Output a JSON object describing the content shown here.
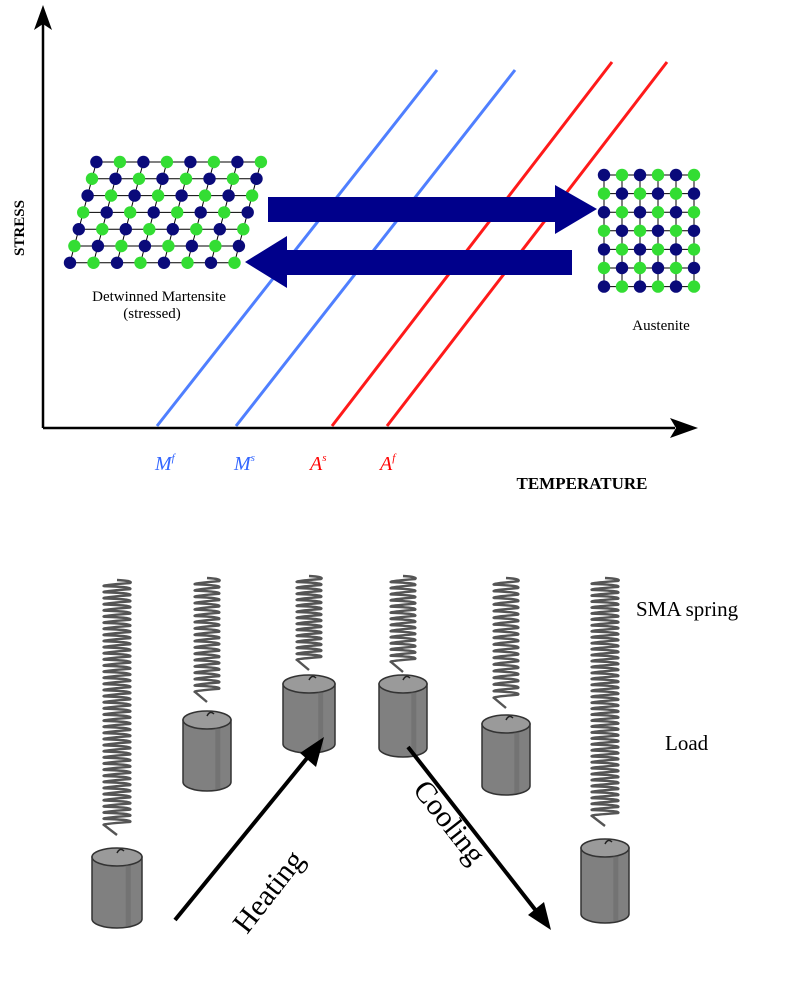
{
  "diagram": {
    "axis_y_label": "STRESS",
    "axis_x_label": "TEMPERATURE",
    "martensite_label_line1": "Detwinned Martensite",
    "martensite_label_line2": "(stressed)",
    "austenite_label": "Austenite",
    "transition_markers": [
      {
        "base": "M",
        "sup": "f",
        "color": "#3366ff"
      },
      {
        "base": "M",
        "sup": "s",
        "color": "#3366ff"
      },
      {
        "base": "A",
        "sup": "s",
        "color": "#ff0000"
      },
      {
        "base": "A",
        "sup": "f",
        "color": "#ff0000"
      }
    ],
    "colors": {
      "martensite_lines": "#4f7fff",
      "austenite_lines": "#ff1a1a",
      "arrow_fill": "#00008b",
      "atom_dark": "#0a0a7a",
      "atom_light": "#33dd33"
    }
  },
  "springs": {
    "sma_spring_label": "SMA spring",
    "load_label": "Load",
    "heating_label": "Heating",
    "cooling_label": "Cooling",
    "colors": {
      "spring": "#555555",
      "weight": "#808080",
      "weight_dark": "#5c5c5c"
    }
  }
}
